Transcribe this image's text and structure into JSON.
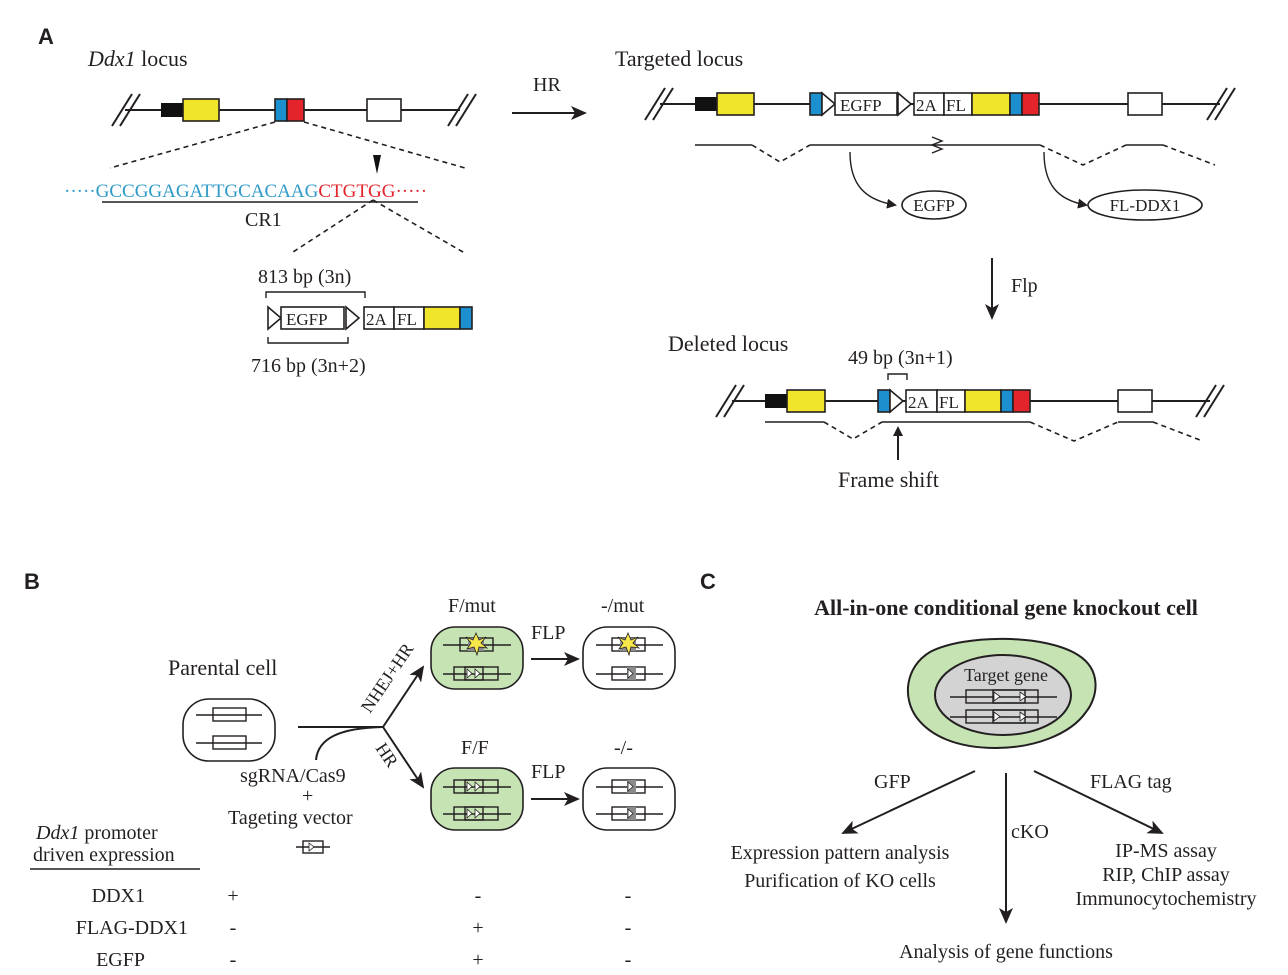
{
  "colors": {
    "yellow": "#f0e52a",
    "blue": "#1c8fcf",
    "red": "#e3242b",
    "green": "#c5e3b3",
    "gray": "#d3d3d3",
    "dark_gray": "#8c8c8c",
    "seq_blue": "#2d9ac8",
    "seq_red": "#e3242b"
  },
  "panel_a": {
    "letter": "A",
    "locus_title_italic": "Ddx1",
    "locus_title_rest": " locus",
    "hr_label": "HR",
    "targeted_title": "Targeted locus",
    "seq_blue": "GCCGGAGATTGCACAAG",
    "seq_red": "CTGTGG",
    "cr1": "CR1",
    "len_813": "813 bp (3n)",
    "len_716": "716 bp (3n+2)",
    "egfp": "EGFP",
    "two_a": "2A",
    "fl": "FL",
    "egfp_product": "EGFP",
    "fl_ddx1_product": "FL-DDX1",
    "flp": "Flp",
    "deleted_title": "Deleted locus",
    "len_49": "49 bp (3n+1)",
    "frame_shift": "Frame shift"
  },
  "panel_b": {
    "letter": "B",
    "parental": "Parental cell",
    "nhej_hr": "NHEJ+HR",
    "hr": "HR",
    "sgrna": "sgRNA/Cas9",
    "plus": "+",
    "vector": "Tageting vector",
    "f_mut": "F/mut",
    "mut_mut": "-/mut",
    "f_f": "F/F",
    "minus_minus": "-/-",
    "flp_top": "FLP",
    "flp_bottom": "FLP",
    "promoter_italic": "Ddx1",
    "promoter_rest": " promoter",
    "driven": "driven expression",
    "rows": [
      {
        "label": "DDX1",
        "parental": "+",
        "ff": "-",
        "ko": "-"
      },
      {
        "label": "FLAG-DDX1",
        "parental": "-",
        "ff": "+",
        "ko": "-"
      },
      {
        "label": "EGFP",
        "parental": "-",
        "ff": "+",
        "ko": "-"
      }
    ]
  },
  "panel_c": {
    "letter": "C",
    "title": "All-in-one conditional gene knockout cell",
    "target_gene": "Target gene",
    "gfp": "GFP",
    "flag_tag": "FLAG tag",
    "ckO": "cKO",
    "expression": "Expression pattern analysis",
    "purification": "Purification of KO cells",
    "ipms": "IP-MS assay",
    "rip": "RIP, ChIP assay",
    "icc": "Immunocytochemistry",
    "functions": "Analysis of gene functions"
  }
}
